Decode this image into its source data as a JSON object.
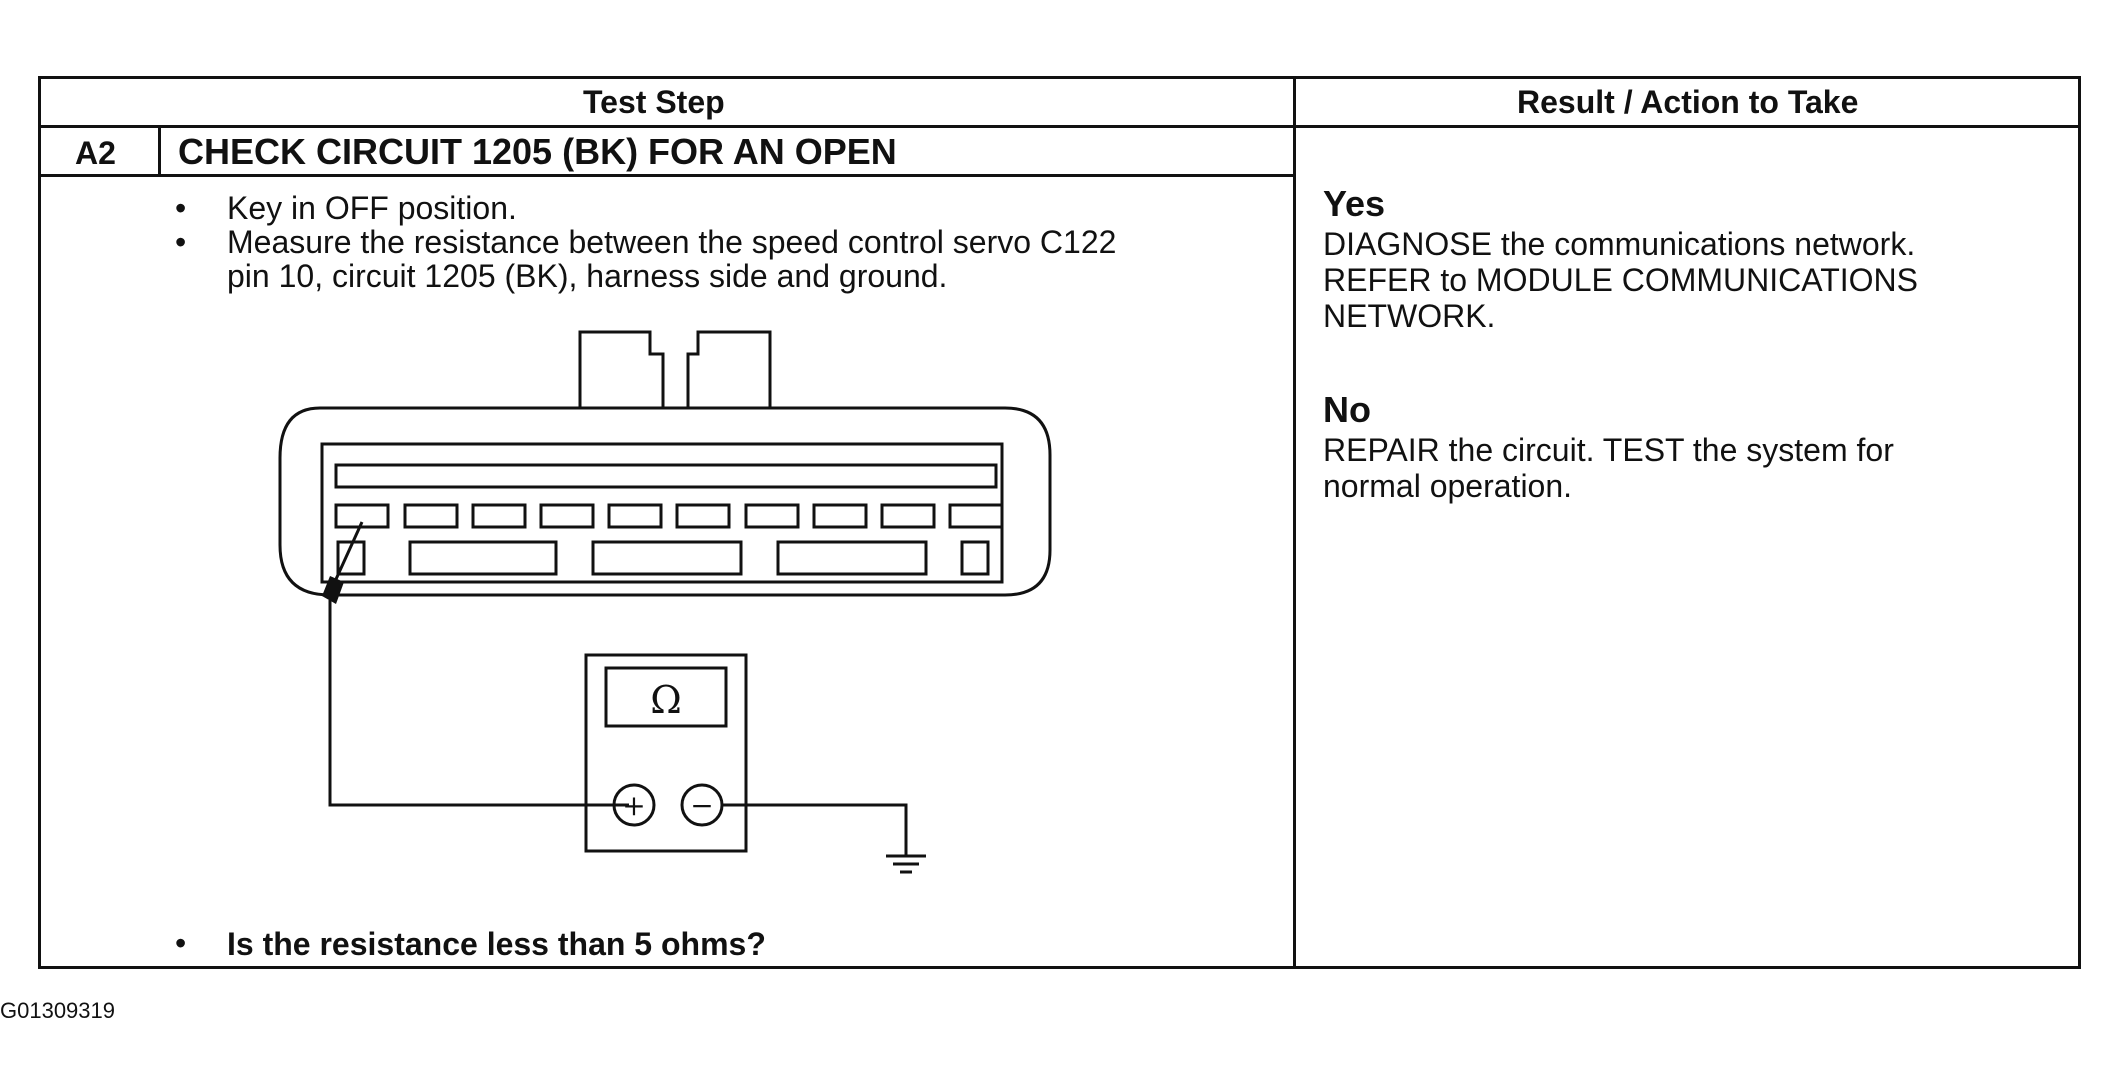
{
  "table": {
    "headers": {
      "test_step": "Test Step",
      "result_action": "Result / Action to Take"
    },
    "step": {
      "number": "A2",
      "title": "CHECK CIRCUIT 1205 (BK) FOR AN OPEN",
      "instructions": [
        "Key in OFF position.",
        "Measure the resistance between the speed control servo C122",
        "pin 10, circuit 1205 (BK), harness side and ground."
      ],
      "question": "Is the resistance less than 5 ohms?"
    },
    "results": {
      "yes_label": "Yes",
      "yes_lines": [
        "DIAGNOSE the communications network.",
        "REFER to MODULE COMMUNICATIONS",
        "NETWORK."
      ],
      "no_label": "No",
      "no_lines": [
        "REPAIR the circuit. TEST the system for",
        "normal operation."
      ]
    }
  },
  "diagram": {
    "meter_symbol": "Ω",
    "plus_symbol": "+",
    "minus_symbol": "−",
    "icons": [
      "connector-c122",
      "ohmmeter",
      "probe",
      "ground-symbol"
    ]
  },
  "figure_id": "G01309319"
}
